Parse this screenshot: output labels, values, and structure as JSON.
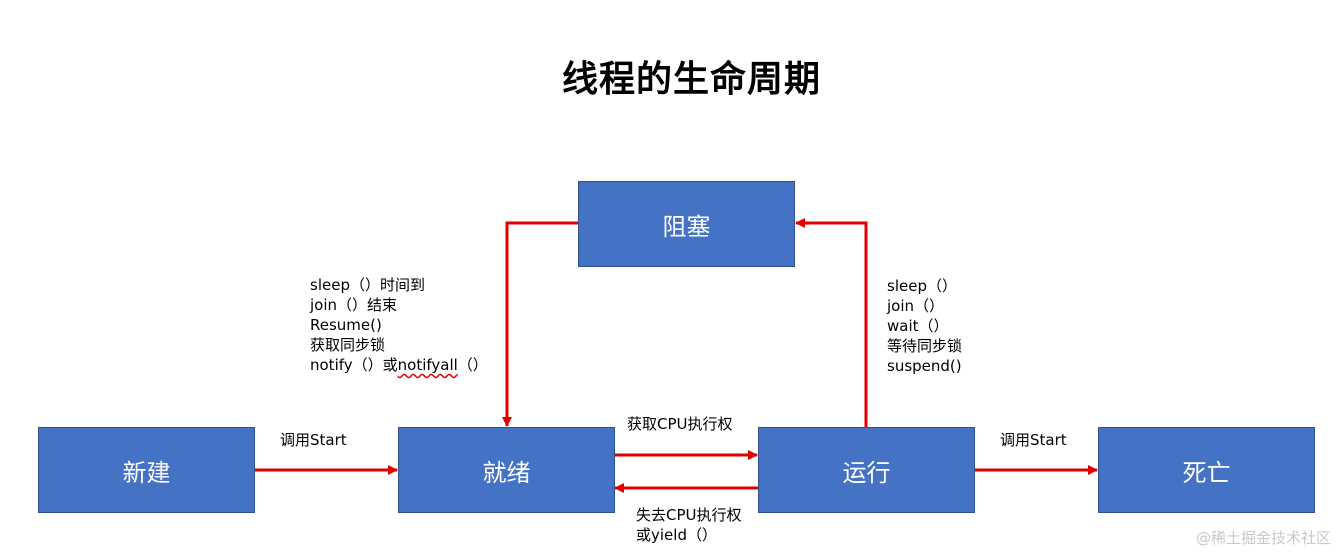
{
  "title": "线程的生命周期",
  "states": {
    "new": "新建",
    "ready": "就绪",
    "running": "运行",
    "dead": "死亡",
    "blocked": "阻塞"
  },
  "labels": {
    "start_new_to_ready": "调用Start",
    "start_running_to_dead": "调用Start",
    "ready_to_running": "获取CPU执行权",
    "running_to_ready": [
      "失去CPU执行权",
      "或yield（）"
    ],
    "blocked_to_ready": [
      "sleep（）时间到",
      "join（）结束",
      "Resume()",
      "获取同步锁"
    ],
    "blocked_to_ready_last": {
      "prefix": "notify（）或",
      "wavy": "notifyall",
      "suffix": "（）"
    },
    "running_to_blocked": [
      "sleep（）",
      "join（）",
      "wait（）",
      "等待同步锁",
      "suspend()"
    ]
  },
  "watermark": "@稀土掘金技术社区",
  "colors": {
    "box_fill": "#4472C4",
    "box_border": "#2F528F",
    "arrow": "#E00000",
    "text": "#000000"
  }
}
